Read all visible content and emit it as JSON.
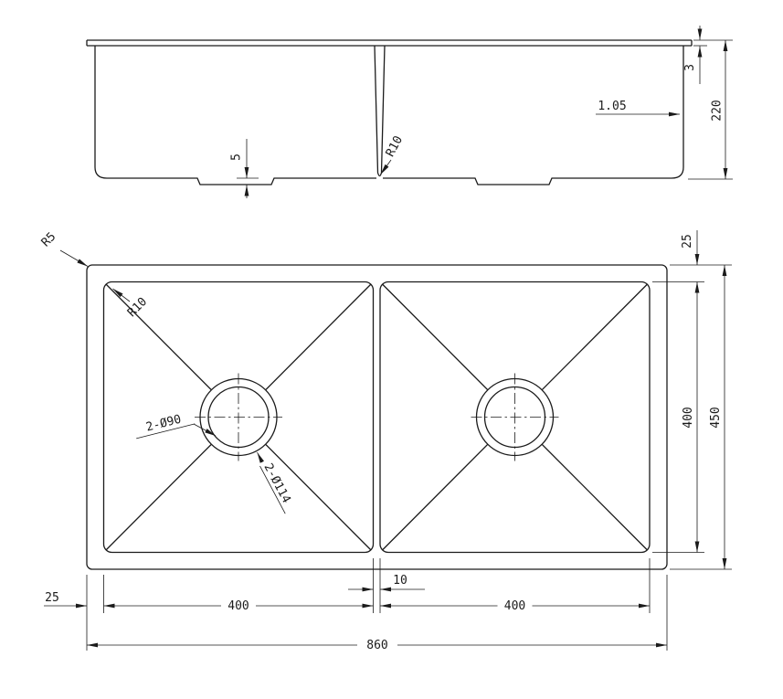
{
  "drawing": {
    "colors": {
      "ink": "#1b1b1b",
      "background": "#ffffff"
    },
    "elevation": {
      "rim_thickness": "3",
      "overall_depth": "220",
      "wall_thickness": "1.05",
      "drain_protrusion": "5",
      "divider_radius": "R10"
    },
    "plan": {
      "outer_corner_radius": "R5",
      "bowl_corner_radius": "R10",
      "drain_hole": "2-Ø90",
      "drain_flange": "2-Ø114",
      "top_edge": "25",
      "bowl_depth": "400",
      "overall_depth": "450",
      "divider_width": "10",
      "left_bowl_width": "400",
      "right_bowl_width": "400",
      "left_edge": "25",
      "overall_width": "860"
    }
  }
}
